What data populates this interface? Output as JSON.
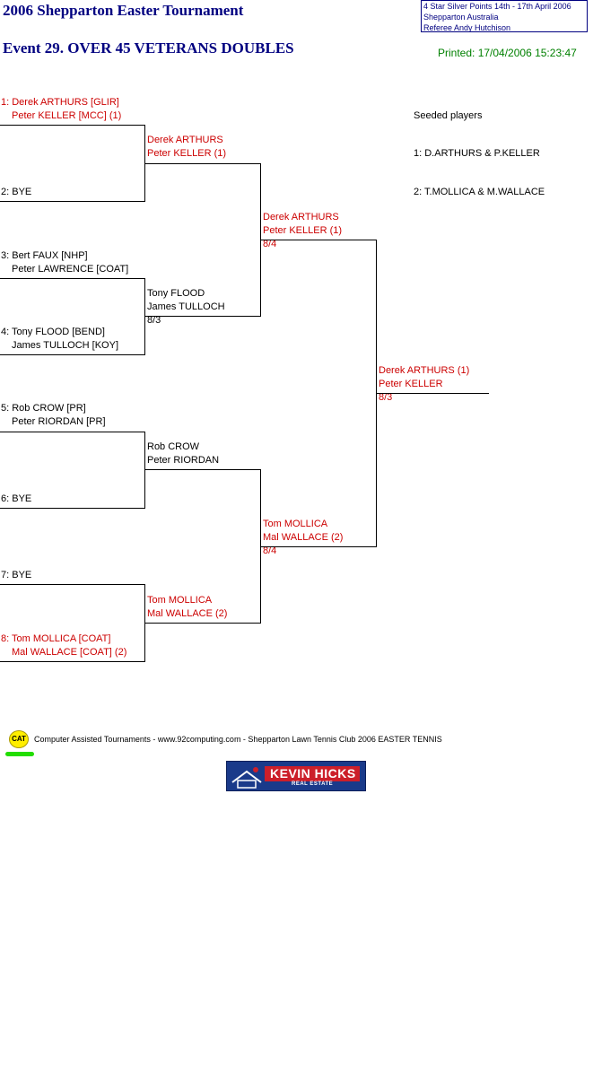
{
  "header": {
    "tournament_title": "2006 Shepparton Easter Tournament",
    "event_title": "Event 29. OVER 45 VETERANS DOUBLES",
    "printed": "Printed: 17/04/2006 15:23:47",
    "info_line1": "4 Star Silver Points    14th - 17th April 2006",
    "info_line2": "Shepparton    Australia",
    "info_line3": "Referee   Andy  Hutchison"
  },
  "seeds": {
    "heading": "Seeded players",
    "items": [
      "1: D.ARTHURS & P.KELLER",
      "2: T.MOLLICA & M.WALLACE"
    ]
  },
  "round1": [
    {
      "line1": "1: Derek ARTHURS [GLIR]",
      "line2": "Peter KELLER [MCC] (1)",
      "seeded": true
    },
    {
      "line1": "2: BYE",
      "line2": "",
      "seeded": false
    },
    {
      "line1": "3: Bert FAUX [NHP]",
      "line2": "Peter LAWRENCE [COAT]",
      "seeded": false
    },
    {
      "line1": "4: Tony FLOOD [BEND]",
      "line2": "James TULLOCH [KOY]",
      "seeded": false
    },
    {
      "line1": "5: Rob CROW [PR]",
      "line2": "Peter RIORDAN [PR]",
      "seeded": false
    },
    {
      "line1": "6: BYE",
      "line2": "",
      "seeded": false
    },
    {
      "line1": "7: BYE",
      "line2": "",
      "seeded": false
    },
    {
      "line1": "8: Tom MOLLICA [COAT]",
      "line2": "Mal WALLACE [COAT] (2)",
      "seeded": true
    }
  ],
  "round2": [
    {
      "line1": "Derek ARTHURS",
      "line2": "Peter KELLER (1)",
      "score": "",
      "seeded": true
    },
    {
      "line1": "Tony FLOOD",
      "line2": "James TULLOCH",
      "score": "8/3",
      "seeded": false
    },
    {
      "line1": "Rob CROW",
      "line2": "Peter RIORDAN",
      "score": "",
      "seeded": false
    },
    {
      "line1": "Tom MOLLICA",
      "line2": "Mal WALLACE (2)",
      "score": "",
      "seeded": true
    }
  ],
  "semis": [
    {
      "line1": "Derek ARTHURS",
      "line2": "Peter KELLER (1)",
      "score": "8/4",
      "seeded": true
    },
    {
      "line1": "Tom MOLLICA",
      "line2": "Mal WALLACE (2)",
      "score": "8/4",
      "seeded": true
    }
  ],
  "final": {
    "line1": "Derek ARTHURS (1)",
    "line2": "Peter KELLER",
    "score": "8/3",
    "seeded": true
  },
  "footer": {
    "cat_label": "CAT",
    "text": "Computer Assisted Tournaments - www.92computing.com -   Shepparton Lawn Tennis Club          2006  EASTER TENNIS",
    "sponsor_name": "KEVIN HICKS",
    "sponsor_sub": "REAL ESTATE"
  },
  "colors": {
    "title": "#000080",
    "seeded": "#cc0000",
    "printed": "#008000"
  }
}
